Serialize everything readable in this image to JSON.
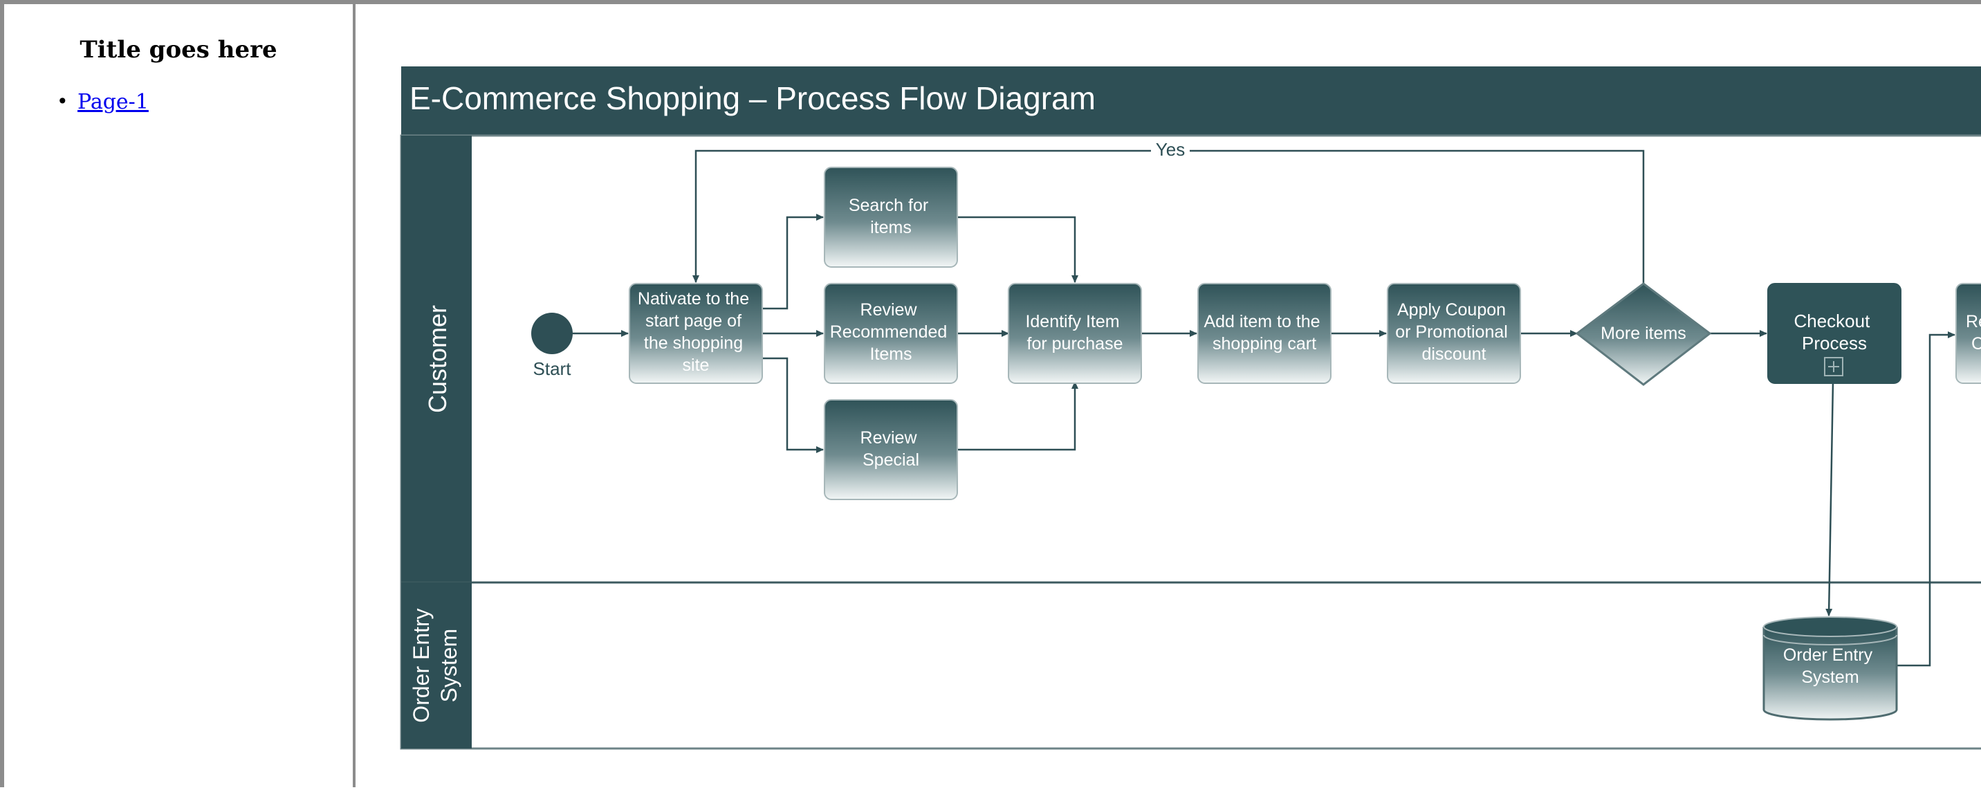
{
  "sidebar": {
    "title": "Title goes here",
    "pages": [
      {
        "label": "Page-1"
      }
    ]
  },
  "diagram": {
    "title": "E-Commerce Shopping – Process Flow Diagram",
    "lanes": {
      "customer": "Customer",
      "order_entry_line1": "Order Entry",
      "order_entry_line2": "System"
    },
    "nodes": {
      "start_label": "Start",
      "navigate": [
        "Nativate to the",
        "start page of",
        "the shopping",
        "site"
      ],
      "search": [
        "Search for",
        "items"
      ],
      "review_recommended": [
        "Review",
        "Recommended",
        "Items"
      ],
      "review_special": [
        "Review",
        "Special"
      ],
      "identify": [
        "Identify Item",
        "for purchase"
      ],
      "add_item": [
        "Add item to the",
        "shopping cart"
      ],
      "apply_coupon": [
        "Apply Coupon",
        "or Promotional",
        "discount"
      ],
      "more_items": "More items",
      "checkout": [
        "Checkout",
        "Process"
      ],
      "partial_next": [
        "Re",
        "C"
      ],
      "order_entry_db": [
        "Order Entry",
        "System"
      ]
    },
    "edge_labels": {
      "yes": "Yes"
    }
  },
  "colors": {
    "header_bg": "#2e4f55",
    "node_dark": "#2f5358",
    "node_light": "#f2f6f6",
    "line": "#2e4f55"
  }
}
